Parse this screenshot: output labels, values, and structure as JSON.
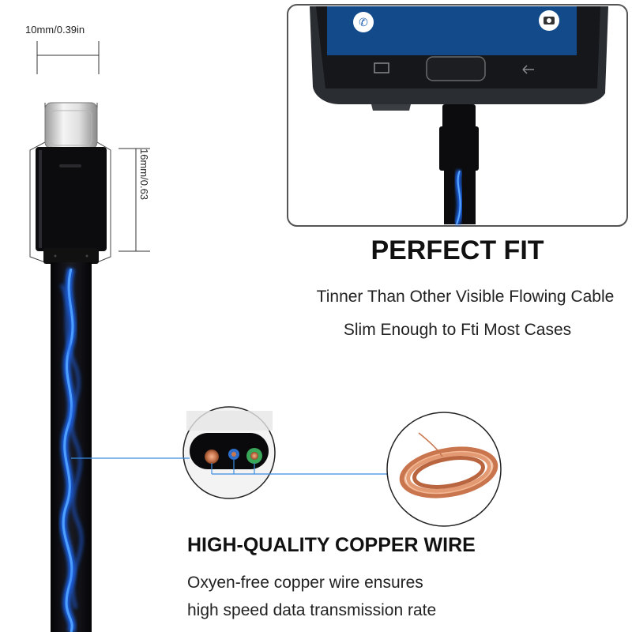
{
  "dimensions": {
    "width_label": "10mm/0.39in",
    "height_label": "16mm/0.63"
  },
  "perfect_fit": {
    "title": "PERFECT FIT",
    "line1": "Tinner Than Other Visible Flowing Cable",
    "line2": "Slim Enough to Fti Most Cases"
  },
  "copper": {
    "title": "HIGH-QUALITY COPPER WIRE",
    "line1": "Oxyen-free copper wire ensures",
    "line2": "high speed data transmission rate"
  },
  "colors": {
    "cable_black": "#0b0b0d",
    "glow_blue": "#1e6cff",
    "copper": "#c9764f",
    "frame_gray": "#555555"
  },
  "icons": [
    "phone-icon",
    "camera-icon",
    "recent-apps-icon",
    "home-button",
    "back-icon"
  ]
}
